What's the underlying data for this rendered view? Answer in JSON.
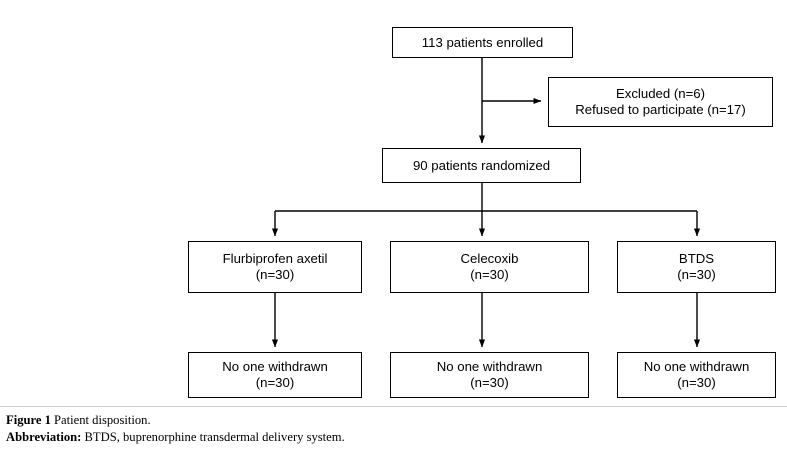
{
  "figure": {
    "caption_label": "Figure 1",
    "caption_text": "Patient disposition.",
    "abbreviation_label": "Abbreviation:",
    "abbreviation_text": "BTDS, buprenorphine transdermal delivery system."
  },
  "colors": {
    "box_border": "#000000",
    "connector": "#000000",
    "background": "#ffffff",
    "caption_rule": "#cfcfcf"
  },
  "chart_data": {
    "type": "diagram",
    "title": "Patient disposition",
    "nodes": [
      {
        "id": "enrolled",
        "lines": [
          "113 patients enrolled"
        ],
        "count": 113
      },
      {
        "id": "excluded",
        "lines": [
          "Excluded (n=6)",
          "Refused to participate (n=17)"
        ],
        "excluded_n": 6,
        "refused_n": 17
      },
      {
        "id": "randomized",
        "lines": [
          "90 patients randomized"
        ],
        "count": 90
      },
      {
        "id": "arm-1",
        "lines": [
          "Flurbiprofen axetil",
          "(n=30)"
        ],
        "count": 30
      },
      {
        "id": "arm-2",
        "lines": [
          "Celecoxib",
          "(n=30)"
        ],
        "count": 30
      },
      {
        "id": "arm-3",
        "lines": [
          "BTDS",
          "(n=30)"
        ],
        "count": 30
      },
      {
        "id": "withdrawn-1",
        "lines": [
          "No one withdrawn",
          "(n=30)"
        ],
        "count": 30
      },
      {
        "id": "withdrawn-2",
        "lines": [
          "No one withdrawn",
          "(n=30)"
        ],
        "count": 30
      },
      {
        "id": "withdrawn-3",
        "lines": [
          "No one withdrawn",
          "(n=30)"
        ],
        "count": 30
      }
    ],
    "edges": [
      {
        "from": "enrolled",
        "to": "excluded",
        "style": "elbow-right-arrow"
      },
      {
        "from": "enrolled",
        "to": "randomized",
        "style": "straight-arrow"
      },
      {
        "from": "randomized",
        "to": "arm-1",
        "style": "split-arrow"
      },
      {
        "from": "randomized",
        "to": "arm-2",
        "style": "split-arrow"
      },
      {
        "from": "randomized",
        "to": "arm-3",
        "style": "split-arrow"
      },
      {
        "from": "arm-1",
        "to": "withdrawn-1",
        "style": "straight-arrow"
      },
      {
        "from": "arm-2",
        "to": "withdrawn-2",
        "style": "straight-arrow"
      },
      {
        "from": "arm-3",
        "to": "withdrawn-3",
        "style": "straight-arrow"
      }
    ]
  }
}
